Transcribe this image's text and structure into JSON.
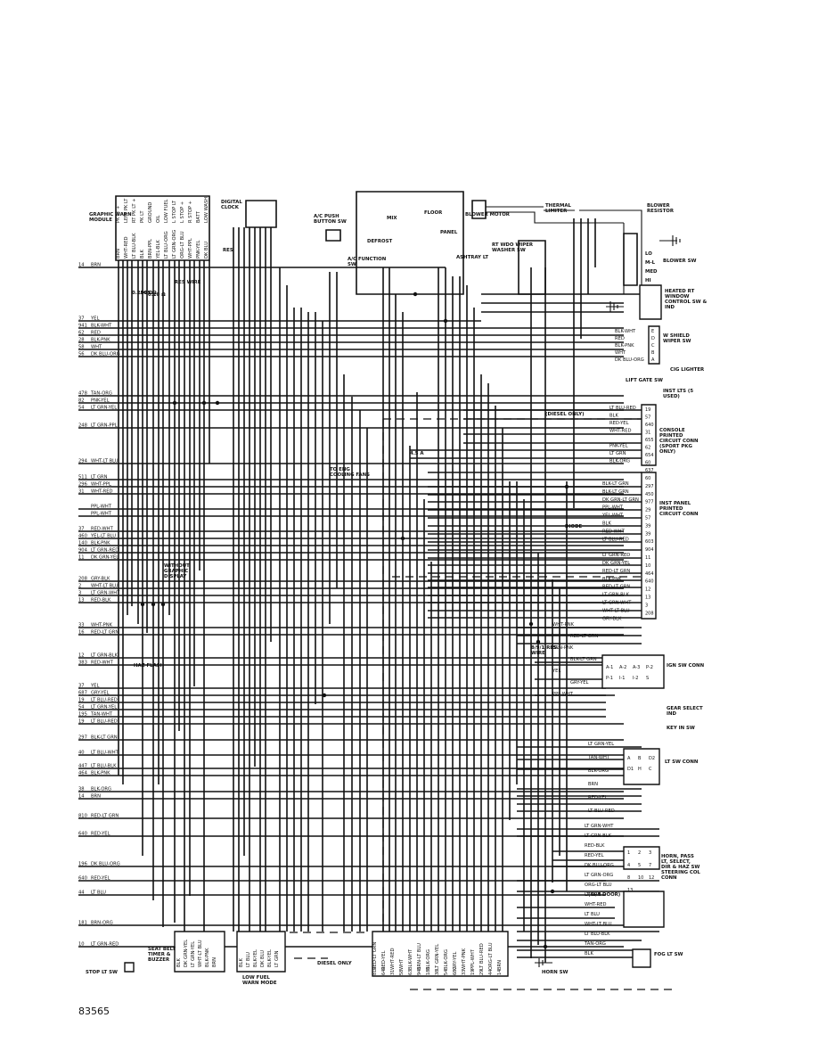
{
  "figure_number": "83565",
  "top_components": {
    "graphic_warn_module": "GRAPHIC WARN MODULE",
    "digital_clock": "DIGITAL CLOCK",
    "ac_pushbutton_sw": "A/C PUSH BUTTON SW",
    "ac_function_sw": "A/C FUNCTION SW",
    "blower_motor": "BLOWER MOTOR",
    "thermal_limiter": "THERMAL LIMITER",
    "blower_resistor": "BLOWER RESISTOR",
    "blower_sw": "BLOWER SW",
    "rt_wdo_wiper_washer_sw": "RT WDO WIPER WASHER SW",
    "ashtray_lt": "ASHTRAY LT",
    "mode_positions": [
      "MIX",
      "FLOOR",
      "DEFROST",
      "PANEL"
    ],
    "blower_positions": [
      "LO",
      "M-L",
      "MED",
      "HI"
    ],
    "res_labels": [
      "RES",
      "RES WIRE",
      "0.10 Ω",
      ".095 Ω",
      "0.250 Ω"
    ],
    "gwm_pins": [
      "BRN",
      "WHT-RED",
      "LT BLU-BLK",
      "BLK",
      "BRN-PPL",
      "YEL-BLK",
      "LT BLU-ORG",
      "LT GRN-ORG",
      "ORG-LT BLU",
      "WHT-PPL",
      "PNK-YEL",
      "DK BLU"
    ],
    "gwm_pin_functions": [
      "PK LT +",
      "LEFT PK LT",
      "RT PK LT +",
      "PK LT",
      "GROUND",
      "OIL",
      "LOW FUEL",
      "L STOP LT",
      "L STOP +",
      "R STOP +",
      "BATT",
      "LOW WASH"
    ]
  },
  "left_wires": [
    {
      "n": "14",
      "c": "BRN"
    },
    {
      "n": "37",
      "c": "YEL"
    },
    {
      "n": "941",
      "c": "BLK-WHT"
    },
    {
      "n": "62",
      "c": "RED"
    },
    {
      "n": "28",
      "c": "BLK-PNK"
    },
    {
      "n": "58",
      "c": "WHT"
    },
    {
      "n": "56",
      "c": "DK BLU-ORG"
    },
    {
      "n": "478",
      "c": "TAN-ORG"
    },
    {
      "n": "82",
      "c": "PNK-YEL"
    },
    {
      "n": "54",
      "c": "LT GRN-YEL"
    },
    {
      "n": "248",
      "c": "LT GRN-PPL"
    },
    {
      "n": "294",
      "c": "WHT-LT BLU"
    },
    {
      "n": "511",
      "c": "LT GRN"
    },
    {
      "n": "296",
      "c": "WHT-PPL"
    },
    {
      "n": "31",
      "c": "WHT-RED"
    },
    {
      "n": "",
      "c": "PPL-WHT"
    },
    {
      "n": "",
      "c": "PPL-WHT"
    },
    {
      "n": "37",
      "c": "RED-WHT"
    },
    {
      "n": "460",
      "c": "YEL-LT BLU"
    },
    {
      "n": "140",
      "c": "BLK-PNK"
    },
    {
      "n": "904",
      "c": "LT GRN-RED"
    },
    {
      "n": "11",
      "c": "DK GRN-YEL"
    },
    {
      "n": "208",
      "c": "GRY-BLK"
    },
    {
      "n": "2",
      "c": "WHT-LT BLU"
    },
    {
      "n": "3",
      "c": "LT GRN-WHT"
    },
    {
      "n": "13",
      "c": "RED-BLK"
    },
    {
      "n": "33",
      "c": "WHT-PNK"
    },
    {
      "n": "16",
      "c": "RED-LT GRN"
    },
    {
      "n": "12",
      "c": "LT GRN-BLK"
    },
    {
      "n": "383",
      "c": "RED-WHT"
    },
    {
      "n": "37",
      "c": "YEL"
    },
    {
      "n": "687",
      "c": "GRY-YEL"
    },
    {
      "n": "19",
      "c": "LT BLU-RED"
    },
    {
      "n": "54",
      "c": "LT GRN-YEL"
    },
    {
      "n": "195",
      "c": "TAN-WHT"
    },
    {
      "n": "19",
      "c": "LT BLU-RED"
    },
    {
      "n": "297",
      "c": "BLK-LT GRN"
    },
    {
      "n": "40",
      "c": "LT BLU-WHT"
    },
    {
      "n": "447",
      "c": "LT BLU-BLK"
    },
    {
      "n": "464",
      "c": "BLK-PNK"
    },
    {
      "n": "38",
      "c": "BLK-ORG"
    },
    {
      "n": "14",
      "c": "BRN"
    },
    {
      "n": "810",
      "c": "RED-LT GRN"
    },
    {
      "n": "640",
      "c": "RED-YEL"
    },
    {
      "n": "196",
      "c": "DK BLU-ORG"
    },
    {
      "n": "640",
      "c": "RED-YEL"
    },
    {
      "n": "44",
      "c": "LT BLU"
    },
    {
      "n": "181",
      "c": "BRN-ORG"
    },
    {
      "n": "10",
      "c": "LT GRN-RED"
    }
  ],
  "right_components": {
    "heated_rt_window": "HEATED RT WINDOW CONTROL SW & IND",
    "w_shield_wiper": "W SHIELD WIPER SW",
    "cig_lighter": "CIG LIGHTER",
    "lift_gate_sw": "LIFT GATE SW",
    "inst_lts": "INST LTS (5 USED)",
    "console_pc": "CONSOLE PRINTED CIRCUIT CONN (SPORT PKG ONLY)",
    "inst_panel_pc": "INST PANEL PRINTED CIRCUIT CONN",
    "ign_sw_conn": "IGN SW CONN",
    "gear_select_ind": "GEAR SELECT IND",
    "key_in_sw": "KEY IN SW",
    "lt_sw_conn": "LT SW CONN",
    "horn_conn": "HORN, PASS LT, SELECT, DIR & HAZ SW STEERING COL CONN",
    "fog_lt_sw": "FOG LT SW",
    "horn_sw": "HORN SW",
    "w4_door": "(W/4 DOOR)",
    "diesel_only": "(DIESEL ONLY)",
    "to_eng_cooling": "TO ENG COOLING FANS",
    "res_wire": "8/9/1 RES. WIRE",
    "diode": "DIODE",
    "fuse": "4.5 A",
    "without_graphic": "WITHOUT GRAPHIC DISPLAY",
    "haz_flash": "HAZ FLASH",
    "seat_belt": "SEAT BELT TIMER & BUZZER",
    "low_fuel": "LOW FUEL WARN MODE",
    "stop_lt_sw": "STOP LT SW",
    "diesel_legend": "DIESEL ONLY"
  },
  "wiper_pins": [
    "E",
    "D",
    "C",
    "B",
    "A"
  ],
  "wiper_wires": [
    "BLK-WHT",
    "RED",
    "BLK-PNK",
    "WHT",
    "DK BLU-ORG"
  ],
  "console_pins": [
    "19",
    "57",
    "640",
    "31",
    "655",
    "62",
    "654",
    "60",
    "637"
  ],
  "console_wires": [
    "LT BLU-RED",
    "BLK",
    "RED-YEL",
    "WHT-RED",
    "",
    "PNK-YEL",
    "LT GRN",
    "BLK-ORG",
    ""
  ],
  "inst_pins": [
    "60",
    "297",
    "450",
    "977",
    "29",
    "57",
    "39",
    "39",
    "603",
    "904",
    "11",
    "10",
    "464",
    "640",
    "12",
    "13",
    "3",
    "208"
  ],
  "inst_wires": [
    "BLK-LT GRN",
    "BLK-LT GRN",
    "DK GRN-LT GRN",
    "PPL-WHT",
    "YEL-WHT",
    "BLK",
    "RED-WHT",
    "LT BLU-RED",
    "",
    "LT GRN-RED",
    "DK GRN-YEL",
    "RED-LT GRN",
    "BLK-PNK",
    "RED-LT GRN",
    "LT GRN-BLK",
    "LT GRN-WHT",
    "WHT-LT BLU",
    "GRY-BLK"
  ],
  "ign_pins": [
    "A-1",
    "A-2",
    "A-3",
    "P-2",
    "P-1",
    "I-1",
    "I-2",
    "S"
  ],
  "ign_wires": [
    "WHT-PNK",
    "RED-LT GRN",
    "BRN-PNK",
    "BLK-LT GRN",
    "YEL",
    "GRY-YEL",
    "PPL-WHT"
  ],
  "lt_sw_pins": [
    "A",
    "B",
    "D2",
    "D1",
    "H",
    "C"
  ],
  "lt_sw_wires": [
    "LT GRN-YEL",
    "TAN-WHT",
    "BLK-ORG",
    "BRN",
    "RED-YEL",
    "LT BLU-RED"
  ],
  "horn_wires": [
    "LT GRN-WHT",
    "LT GRN-BLK",
    "RED-BLK",
    "RED-YEL",
    "DK BLU-ORG",
    "LT GRN-ORG",
    "ORG-LT BLU",
    "LT GRN",
    "WHT-RED",
    "LT BLU",
    "WHT-LT BLU",
    "LT BLU-BLK",
    "TAN-ORG",
    "BLK"
  ],
  "horn_pins": [
    "1",
    "2",
    "3",
    "4",
    "5",
    "7",
    "8",
    "10",
    "12",
    "13"
  ],
  "bottom_seat_belt_wires": [
    "BLK",
    "DK GRN-YEL",
    "LT GRN-YEL",
    "WHT-LT BLU",
    "BLK-PNK",
    "BRN"
  ],
  "bottom_low_fuel_wires": [
    "BLK",
    "LT BLU",
    "BLK-YEL",
    "DK BLU",
    "BLK-YEL",
    "LT GRN"
  ],
  "bottom_connector": {
    "wires": [
      "RED-LT GRN",
      "RED-YEL",
      "WHT-RED",
      "WHT",
      "BLK-WHT",
      "BRN-LT BLU",
      "BLK-ORG",
      "LT GRN-YEL",
      "BLK-ORG",
      "GRY-YEL",
      "WHT-PNK",
      "PPL-WHT",
      "LT BLU-RED",
      "ORG-LT BLU",
      "BRN"
    ],
    "pins": [
      "810",
      "640",
      "31",
      "58",
      "63",
      "941",
      "181",
      "38",
      "54",
      "687",
      "33",
      "19",
      "29",
      "44",
      "14"
    ]
  }
}
